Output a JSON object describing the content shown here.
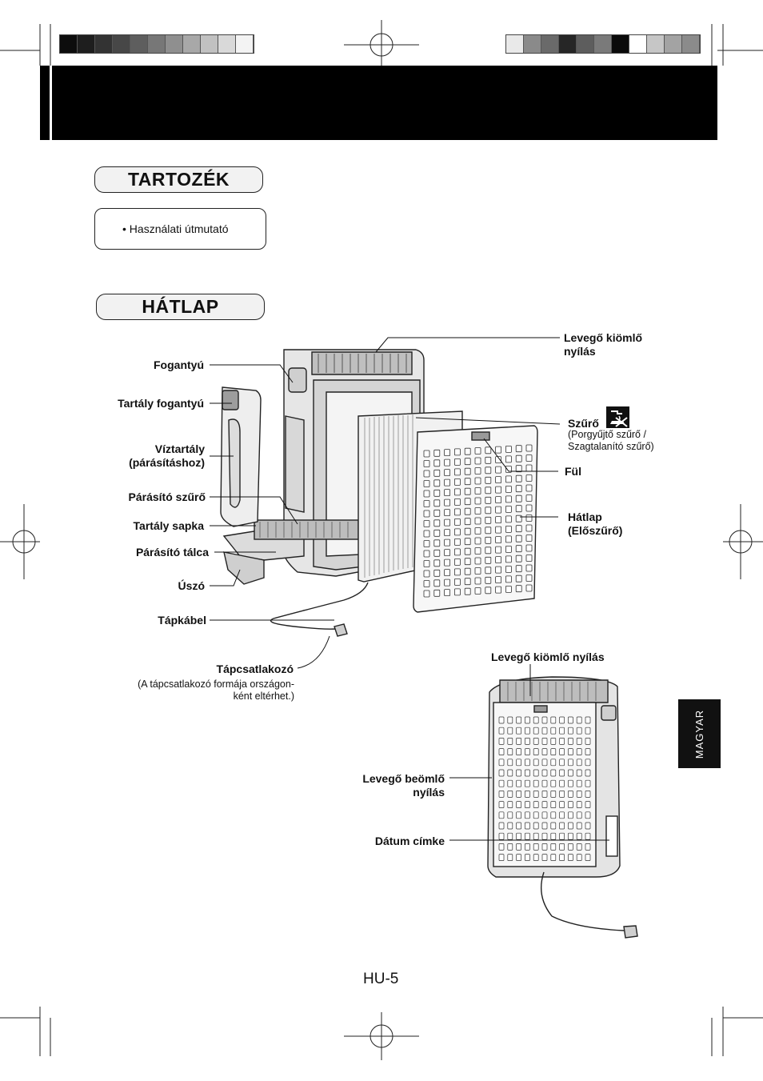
{
  "color_bars": {
    "left": [
      "#0d0d0d",
      "#1e1e1e",
      "#333333",
      "#474747",
      "#5e5e5e",
      "#777777",
      "#8f8f8f",
      "#a8a8a8",
      "#c1c1c1",
      "#d9d9d9",
      "#f3f3f3"
    ],
    "right": [
      "#e9e9e9",
      "#8a8a8a",
      "#6a6a6a",
      "#262626",
      "#5d5d5d",
      "#7a7a7a",
      "#0a0a0a",
      "#ffffff",
      "#c6c6c6",
      "#a3a3a3",
      "#8b8b8b"
    ]
  },
  "sections": {
    "accessories_title": "TARTOZÉK",
    "accessories_item": "• Használati útmutató",
    "back_title": "HÁTLAP"
  },
  "labels": {
    "fogantyu": "Fogantyú",
    "tartaly_fogantyu": "Tartály fogantyú",
    "viztartaly_1": "Víztartály",
    "viztartaly_2": "(párásításhoz)",
    "parasito_szuro": "Párásító szűrő",
    "tartaly_sapka": "Tartály sapka",
    "parasito_talca": "Párásító tálca",
    "uszo": "Úszó",
    "tapkabel": "Tápkábel",
    "tapcsatlakozo": "Tápcsatlakozó",
    "tapcsatlakozo_note_1": "(A tápcsatlakozó formája országon-",
    "tapcsatlakozo_note_2": "ként eltérhet.)",
    "levego_kiomlo_1": "Levegő kiömlő",
    "levego_kiomlo_2": "nyílás",
    "szuro": "Szűrő",
    "szuro_note_1": "(Porgyűjtő szűrő /",
    "szuro_note_2": "Szagtalanító szűrő)",
    "ful": "Fül",
    "hatlap_1": "Hátlap",
    "hatlap_2": "(Előszűrő)",
    "levego_kiomlo_b": "Levegő kiömlő nyílás",
    "levego_beomlo_1": "Levegő beömlő",
    "levego_beomlo_2": "nyílás",
    "datum_cimke": "Dátum címke"
  },
  "icons": {
    "filter_wash": "no-wash-icon"
  },
  "side_tab": "MAGYAR",
  "page_number": "HU-5"
}
